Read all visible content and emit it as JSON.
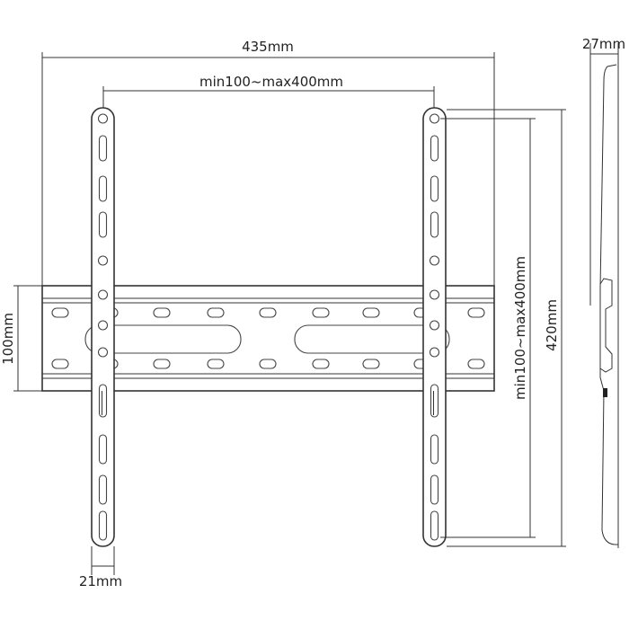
{
  "dimensions": {
    "overall_width": "435mm",
    "horizontal_spacing": "min100~max400mm",
    "rail_height": "100mm",
    "vertical_spacing": "min100~max400mm",
    "overall_height": "420mm",
    "strip_width": "21mm",
    "depth": "27mm"
  }
}
